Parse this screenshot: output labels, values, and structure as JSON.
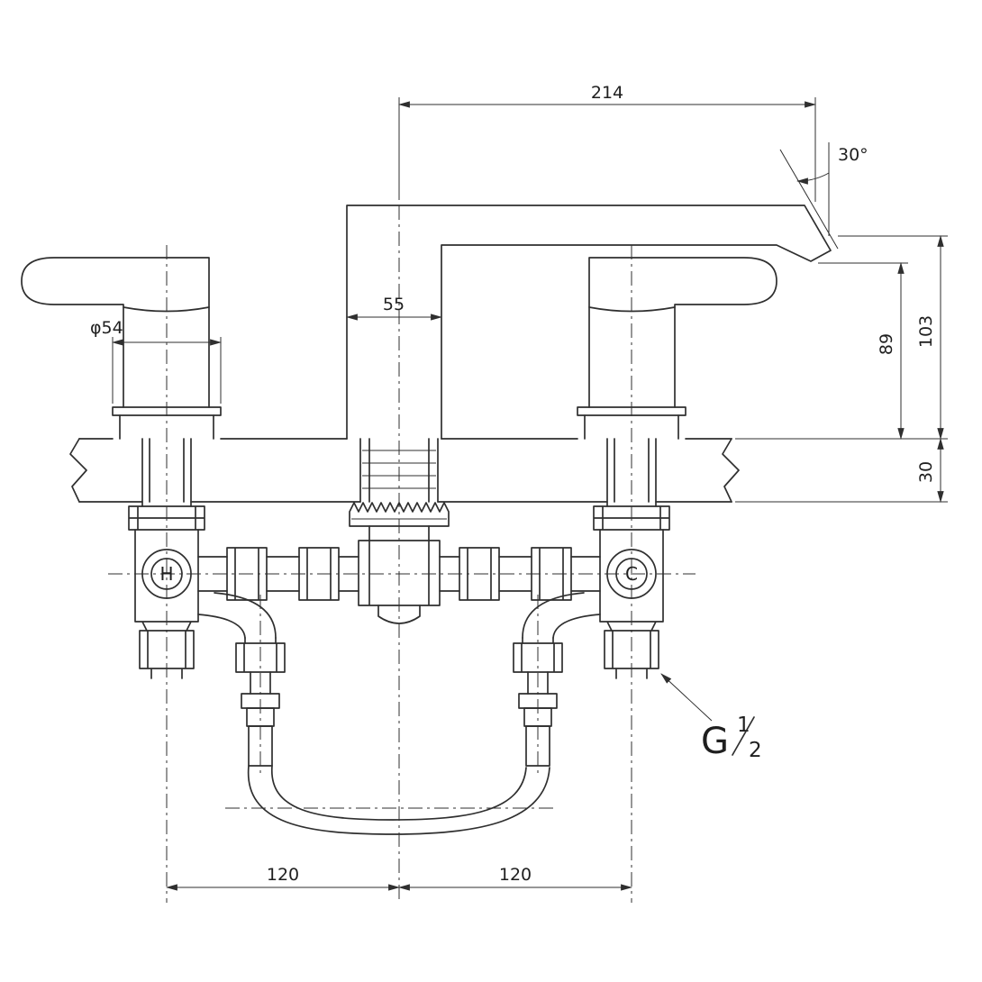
{
  "meta": {
    "title": "Faucet installation dimension drawing",
    "background_color": "#ffffff",
    "line_color": "#2f2f2f"
  },
  "dimensions": {
    "spout_reach": "214",
    "spout_angle": "30°",
    "spout_width": "55",
    "base_diameter": "φ54",
    "outlet_height": "89",
    "overall_height": "103",
    "deck_thickness": "30",
    "hot_center_spacing": "120",
    "cold_center_spacing": "120"
  },
  "labels": {
    "hot": "H",
    "cold": "C",
    "thread_letter": "G",
    "thread_numerator": "1",
    "thread_denominator": "2"
  }
}
